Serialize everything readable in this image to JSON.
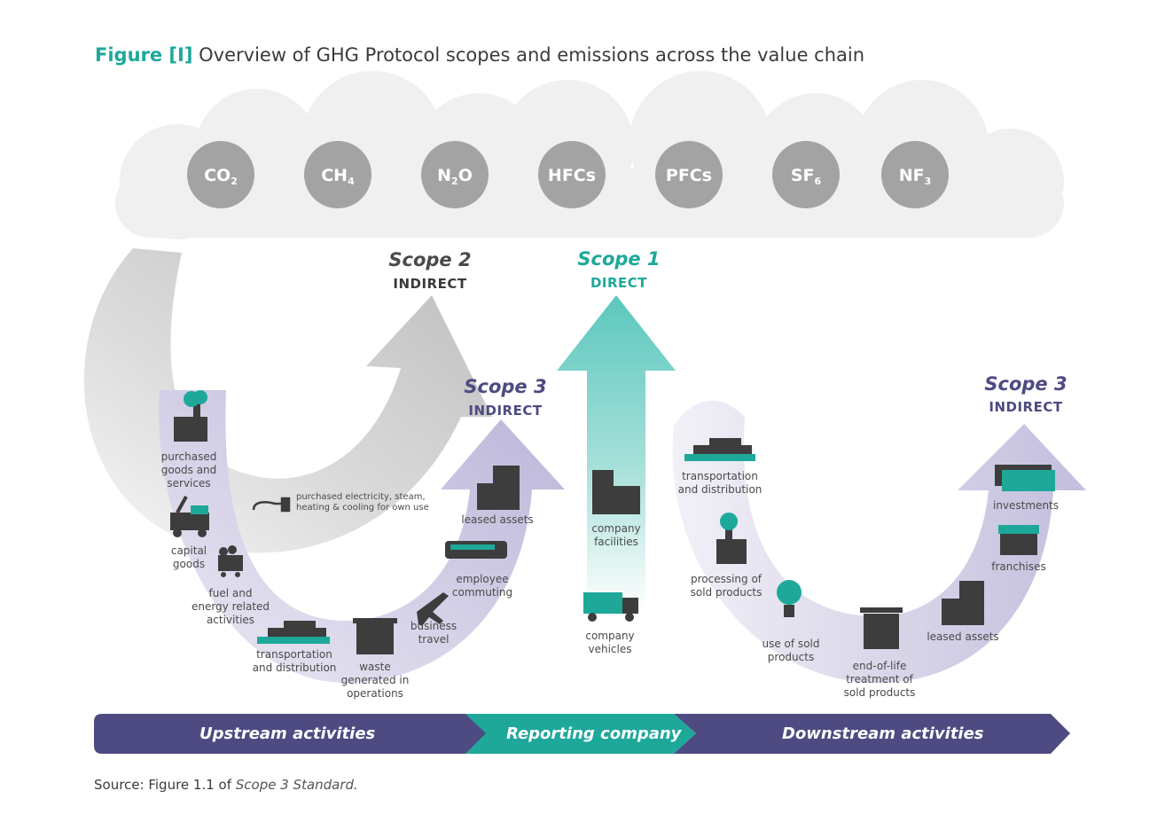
{
  "title": {
    "figure_label": "Figure [I]",
    "text": "Overview of GHG Protocol scopes and emissions across the value chain"
  },
  "gases": [
    {
      "base": "CO",
      "sub": "2"
    },
    {
      "base": "CH",
      "sub": "4"
    },
    {
      "base": "N",
      "sub": "2",
      "rest": "O"
    },
    {
      "base": "HFCs",
      "sub": ""
    },
    {
      "base": "PFCs",
      "sub": ""
    },
    {
      "base": "SF",
      "sub": "6"
    },
    {
      "base": "NF",
      "sub": "3"
    }
  ],
  "scopes": {
    "scope2": {
      "title": "Scope 2",
      "sub": "INDIRECT"
    },
    "scope1": {
      "title": "Scope 1",
      "sub": "DIRECT"
    },
    "scope3_up": {
      "title": "Scope 3",
      "sub": "INDIRECT"
    },
    "scope3_down": {
      "title": "Scope 3",
      "sub": "INDIRECT"
    }
  },
  "upstream_items": {
    "purchased_goods": "purchased\ngoods and\nservices",
    "capital_goods": "capital\ngoods",
    "fuel_energy": "fuel and\nenergy related\nactivities",
    "transport_up": "transportation\nand distribution",
    "waste": "waste\ngenerated in\noperations",
    "business_travel": "business\ntravel",
    "employee_commuting": "employee\ncommuting",
    "leased_up": "leased assets",
    "purchased_electricity": "purchased electricity, steam,\nheating & cooling for own use"
  },
  "company_items": {
    "facilities": "company\nfacilities",
    "vehicles": "company\nvehicles"
  },
  "downstream_items": {
    "transport_down": "transportation\nand distribution",
    "processing": "processing of\nsold products",
    "use": "use of sold\nproducts",
    "end_of_life": "end-of-life\ntreatment of\nsold products",
    "leased_down": "leased assets",
    "franchises": "franchises",
    "investments": "investments"
  },
  "banner": {
    "upstream": "Upstream activities",
    "reporting": "Reporting company",
    "downstream": "Downstream activities"
  },
  "source": {
    "prefix": "Source: Figure 1.1 of ",
    "italic": "Scope 3 Standard."
  },
  "colors": {
    "teal": "#1ea89a",
    "purple": "#4e4a82",
    "lavender": "#cfcbe3",
    "grey_circle": "#a3a3a3",
    "cloud": "#f0f0f0",
    "icon": "#3d3d3d"
  }
}
